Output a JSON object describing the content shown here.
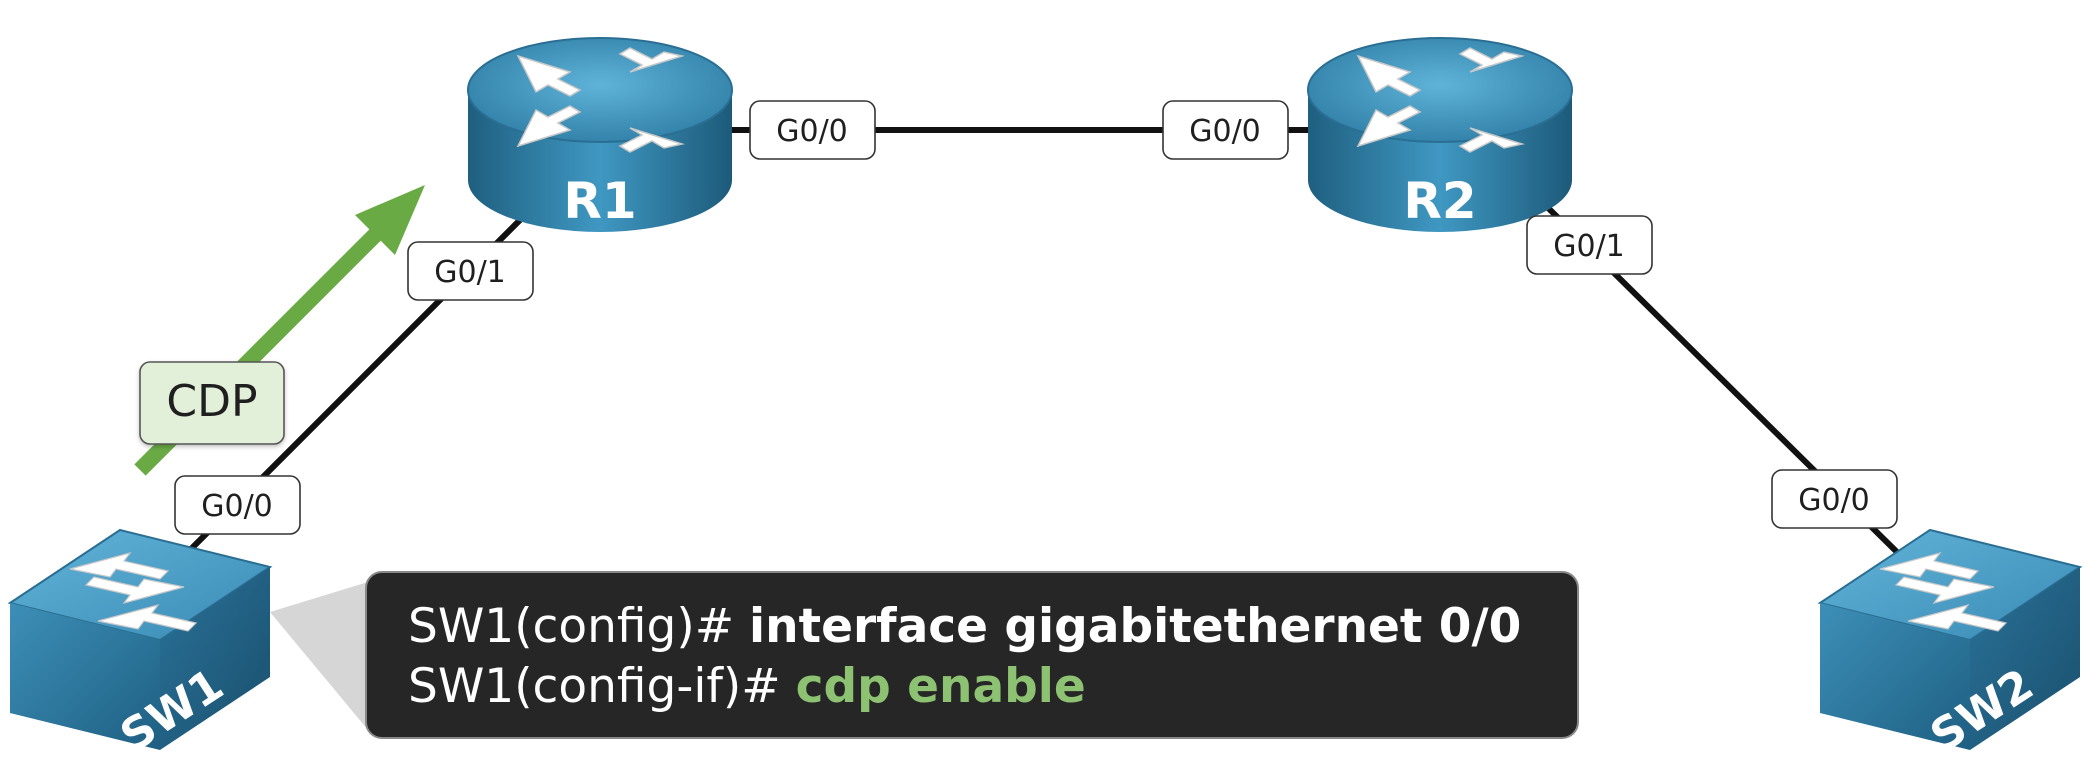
{
  "devices": {
    "r1": {
      "name": "R1"
    },
    "r2": {
      "name": "R2"
    },
    "sw1": {
      "name": "SW1"
    },
    "sw2": {
      "name": "SW2"
    }
  },
  "interfaces": {
    "r1_g00": "G0/0",
    "r2_g00": "G0/0",
    "r1_g01": "G0/1",
    "r2_g01": "G0/1",
    "sw1_g00": "G0/0",
    "sw2_g00": "G0/0"
  },
  "protocol_tag": "CDP",
  "cli": {
    "line1_prompt": "SW1(config)# ",
    "line1_command": "interface gigabitethernet 0/0",
    "line2_prompt": "SW1(config-if)# ",
    "line2_command": "cdp enable"
  },
  "colors": {
    "device_blue": "#3b8cb3",
    "arrow_green": "#6aaa45",
    "tag_fill": "#e2efd9",
    "cli_bg": "#262626",
    "cli_highlight": "#8cc271"
  }
}
